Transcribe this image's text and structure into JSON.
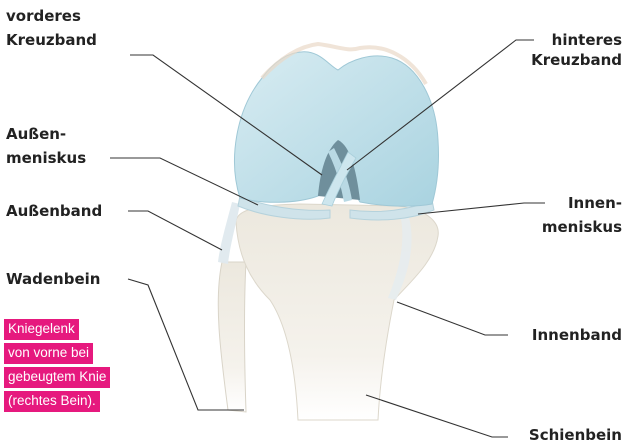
{
  "labels": {
    "vorderes_kreuzband": [
      "vorderes",
      "Kreuzband"
    ],
    "hinteres_kreuzband": [
      "hinteres",
      "Kreuzband"
    ],
    "aussenmeniskus": [
      "Außen-",
      "meniskus"
    ],
    "aussenband": "Außenband",
    "innenmeniskus": [
      "Innen-",
      "meniskus"
    ],
    "wadenbein": "Wadenbein",
    "innenband": "Innenband",
    "schienbein": "Schienbein"
  },
  "caption": [
    "Kniegelenk",
    "von vorne bei",
    "gebeugtem Knie",
    "(rechtes Bein)."
  ],
  "colors": {
    "caption_bg": "#e6197e",
    "leader": "#333333",
    "cartilage": "#bfe0ea",
    "bone": "#f1eee6"
  }
}
